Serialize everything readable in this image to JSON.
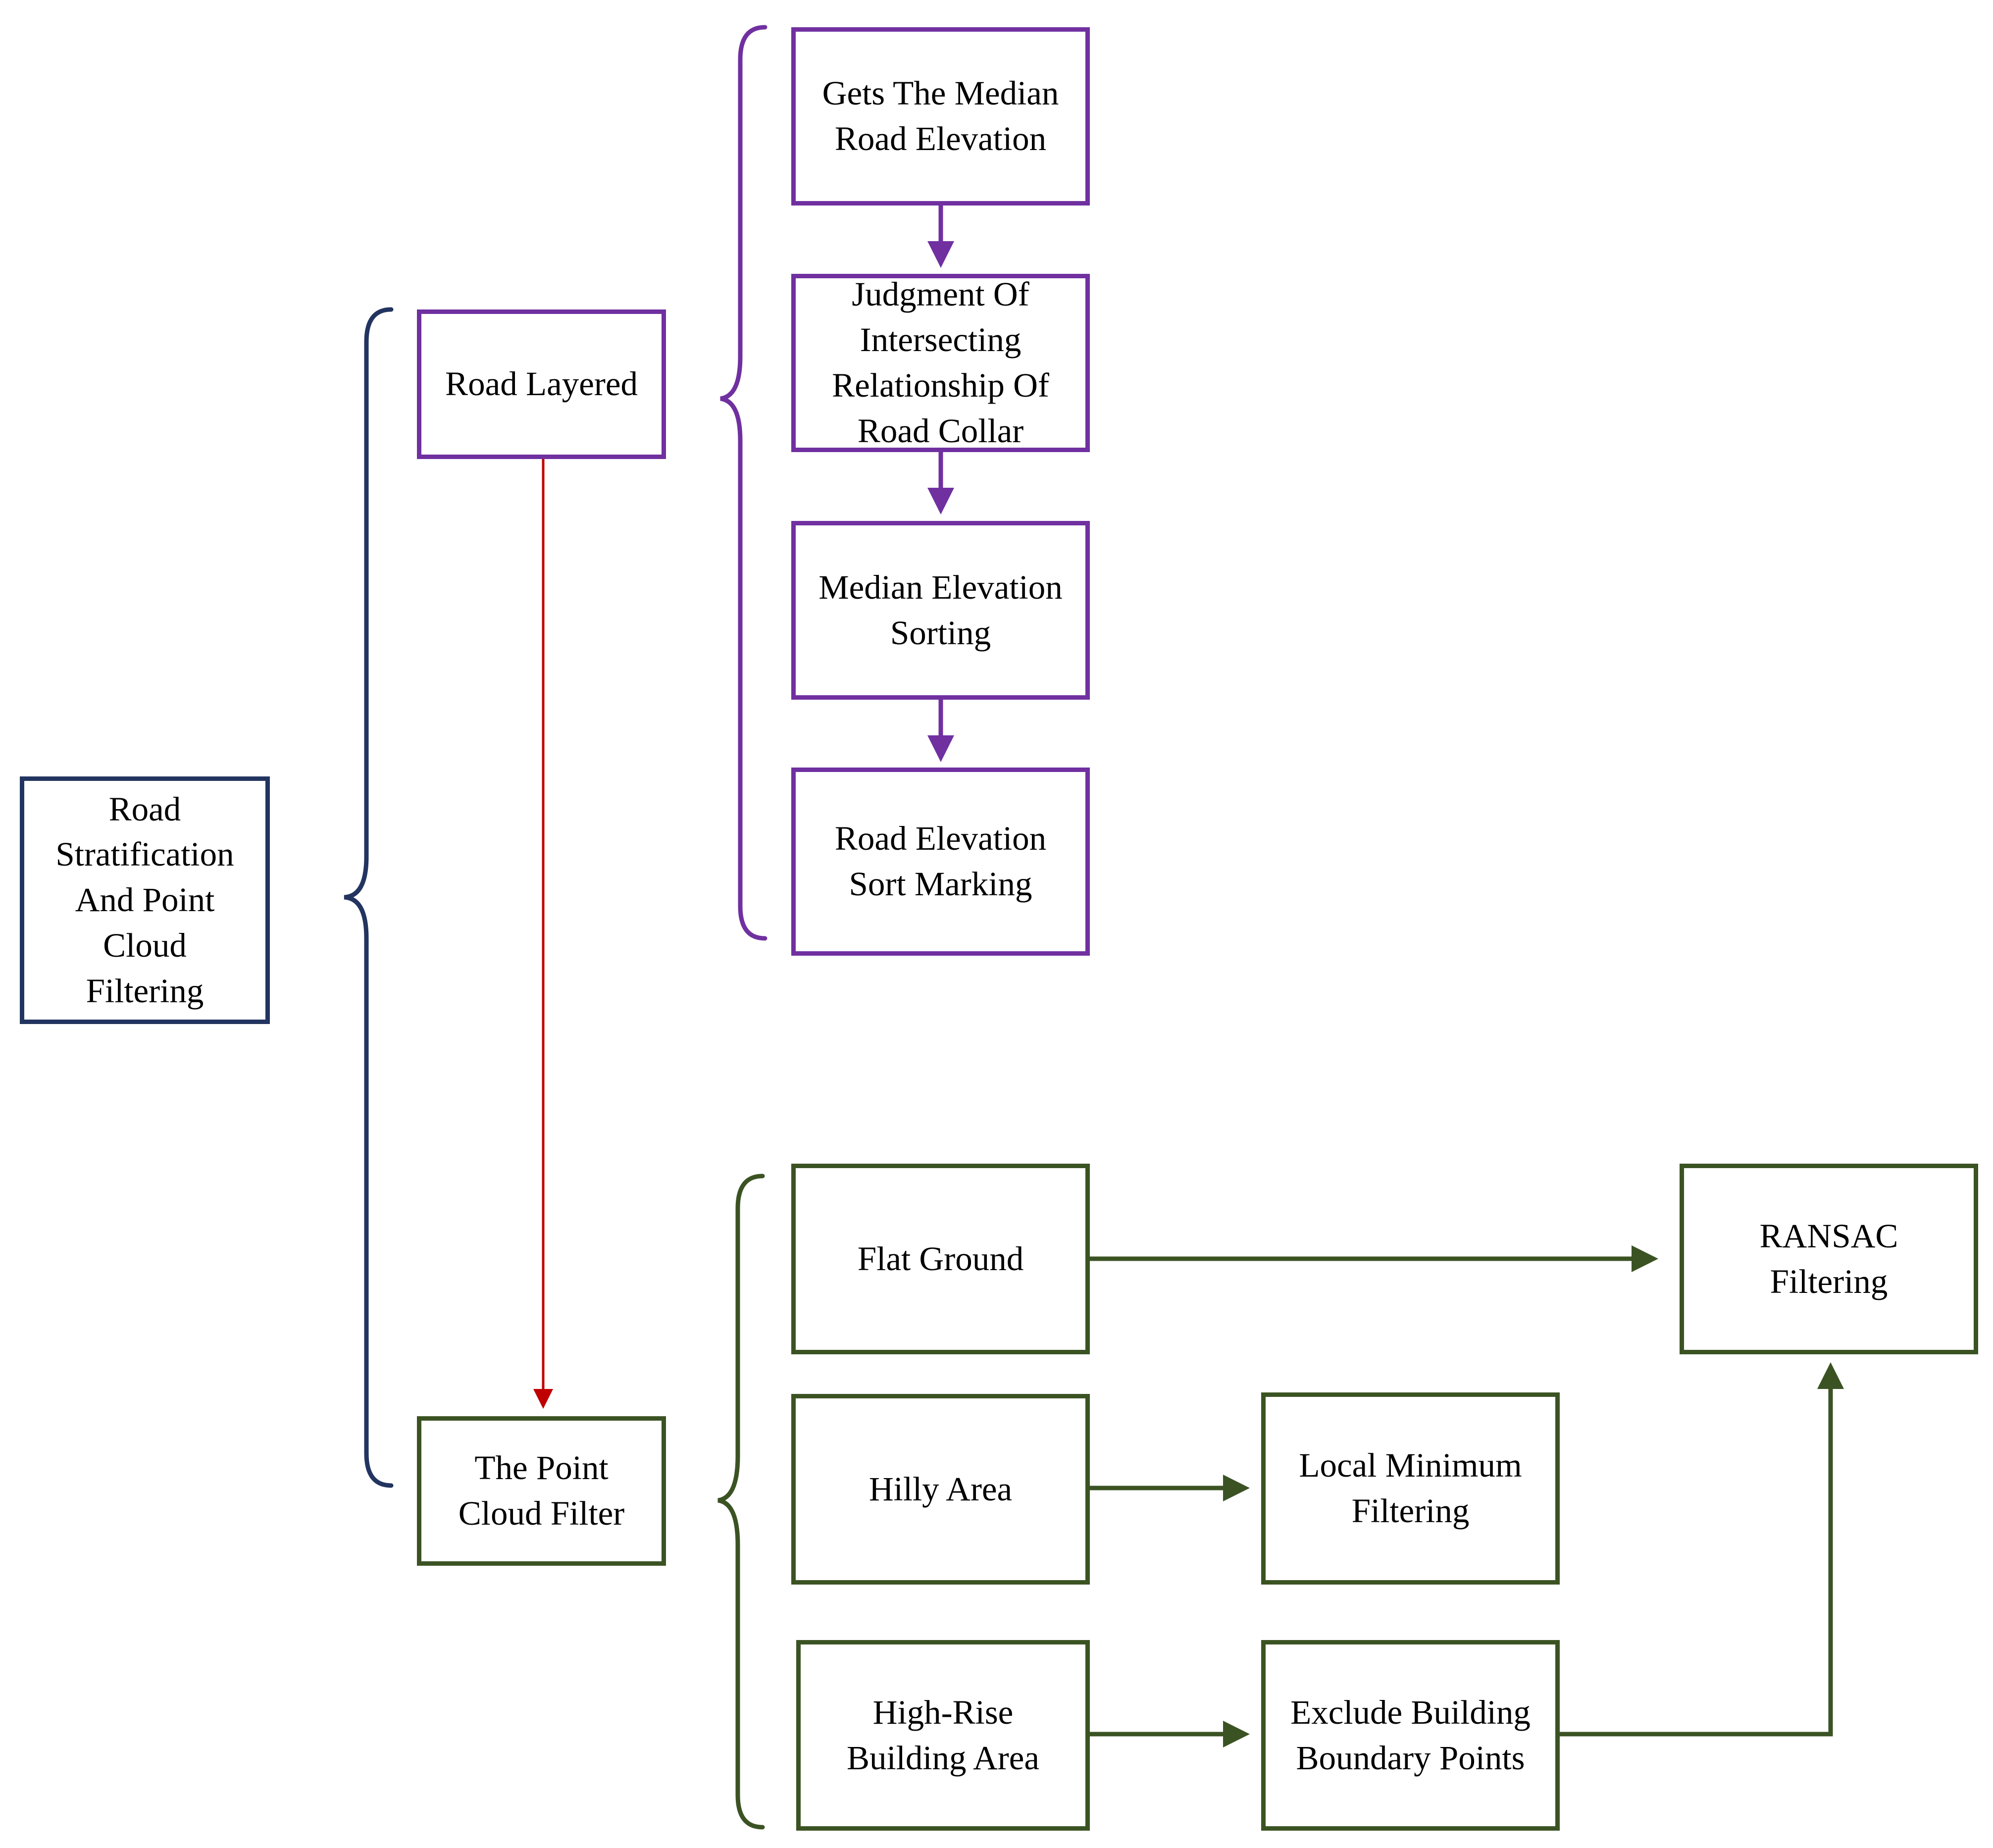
{
  "colors": {
    "root": "#22345f",
    "road_layered": "#7030a0",
    "point_cloud_filter": "#3b5323",
    "connector": "#c00000"
  },
  "diagram": {
    "root": {
      "label": "Road\nStratification\nAnd Point\nCloud\nFiltering"
    },
    "road_layered": {
      "label": "Road Layered",
      "steps": [
        {
          "label": "Gets The Median\nRoad Elevation"
        },
        {
          "label": "Judgment Of\nIntersecting\nRelationship Of\nRoad Collar"
        },
        {
          "label": "Median Elevation\nSorting"
        },
        {
          "label": "Road Elevation\nSort Marking"
        }
      ]
    },
    "point_cloud_filter": {
      "label": "The Point\nCloud Filter",
      "terrains": [
        {
          "label": "Flat Ground"
        },
        {
          "label": "Hilly Area"
        },
        {
          "label": "High-Rise\nBuilding Area"
        }
      ],
      "methods": {
        "local_minimum": {
          "label": "Local Minimum\nFiltering"
        },
        "exclude_boundary": {
          "label": "Exclude Building\nBoundary Points"
        },
        "ransac": {
          "label": "RANSAC\nFiltering"
        }
      }
    }
  }
}
